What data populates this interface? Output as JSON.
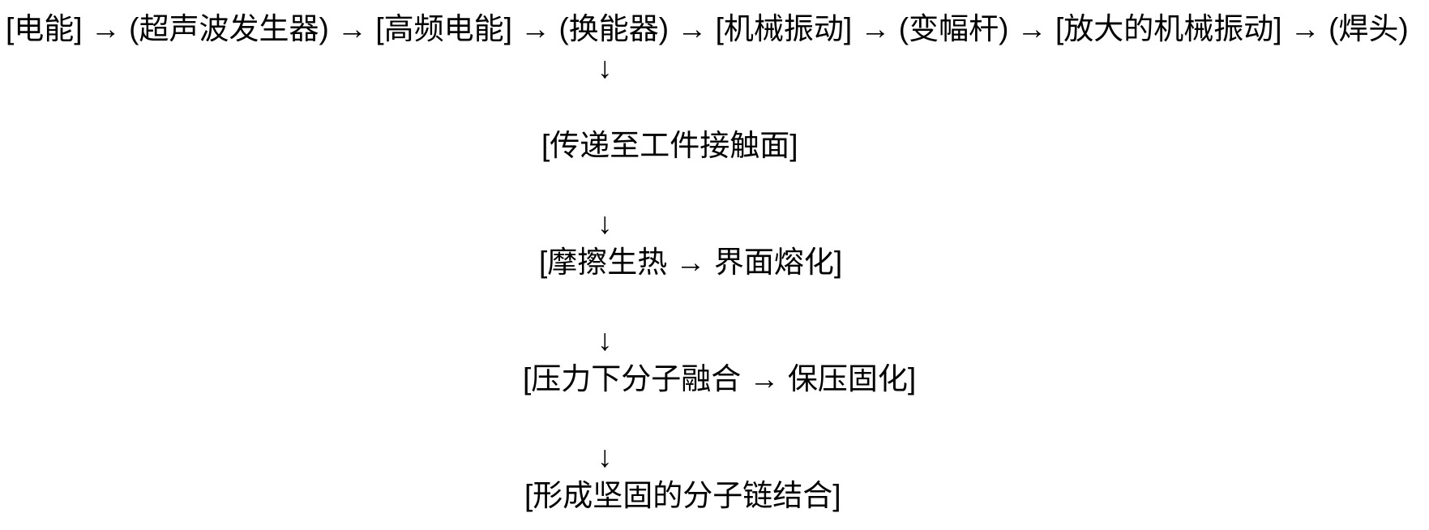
{
  "page": {
    "background_color": "#ffffff",
    "text_color": "#000000"
  },
  "flow_diagram": {
    "chain_line": "[电能] → (超声波发生器) → [高频电能] → (换能器) → [机械振动] → (变幅杆) → [放大的机械振动] → (焊头)",
    "down_arrow": "↓",
    "steps": [
      "[传递至工件接触面]",
      "[摩擦生热 → 界面熔化]",
      "[压力下分子融合 → 保压固化]",
      "[形成坚固的分子链结合]"
    ]
  }
}
